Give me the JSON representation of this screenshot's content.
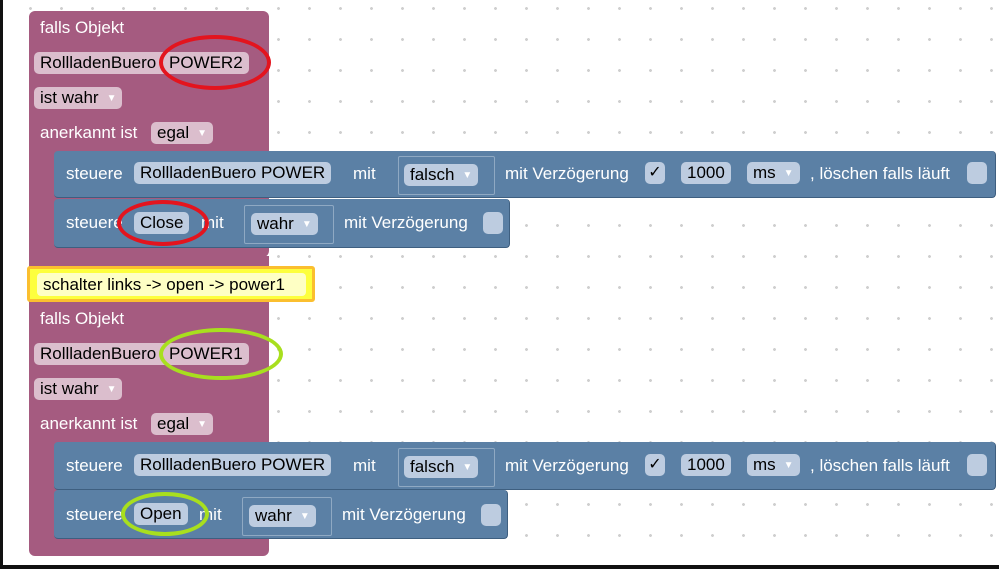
{
  "workspace": {
    "grid": "dotted"
  },
  "blocks": [
    {
      "type": "on_object",
      "title": "falls Objekt",
      "object_prefix": "RollladenBuero",
      "object_suffix": "POWER2",
      "condition": "ist wahr",
      "ack_label": "anerkannt ist",
      "ack_value": "egal",
      "actions": [
        {
          "verb": "steuere",
          "target": "RollladenBuero POWER",
          "with": "mit",
          "value": "falsch",
          "delay_label": "mit Verzögerung",
          "delay_checked": "✓",
          "delay_ms": "1000",
          "unit": "ms",
          "clear_label": ", löschen falls läuft"
        },
        {
          "verb": "steuere",
          "target": "Close",
          "with": "mit",
          "value": "wahr",
          "delay_label": "mit Verzögerung"
        }
      ]
    },
    {
      "type": "on_object",
      "comment": "schalter links -> open -> power1",
      "title": "falls Objekt",
      "object_prefix": "RollladenBuero",
      "object_suffix": "POWER1",
      "condition": "ist wahr",
      "ack_label": "anerkannt ist",
      "ack_value": "egal",
      "actions": [
        {
          "verb": "steuere",
          "target": "RollladenBuero POWER",
          "with": "mit",
          "value": "falsch",
          "delay_label": "mit Verzögerung",
          "delay_checked": "✓",
          "delay_ms": "1000",
          "unit": "ms",
          "clear_label": ", löschen falls läuft"
        },
        {
          "verb": "steuere",
          "target": "Open",
          "with": "mit",
          "value": "wahr",
          "delay_label": "mit Verzögerung"
        }
      ]
    }
  ],
  "icons": {
    "dropdown": "▼",
    "annotation_red": "#e3141e",
    "annotation_green": "#a8df1e",
    "block_purple": "#a55b80",
    "block_blue": "#5b80a5"
  }
}
